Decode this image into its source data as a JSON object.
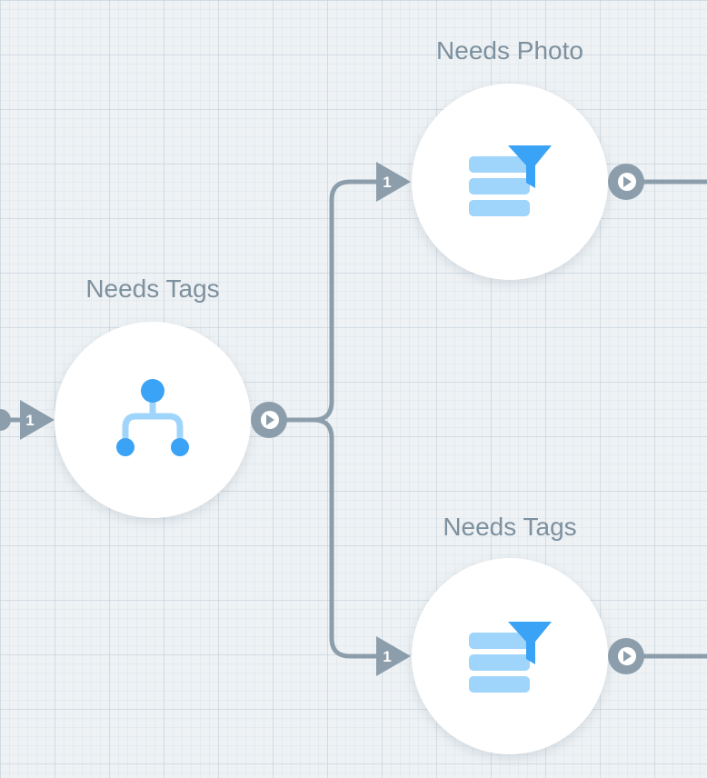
{
  "nodes": [
    {
      "id": "split",
      "label": "Needs Tags",
      "icon": "branch-icon",
      "input_port": "1"
    },
    {
      "id": "filter-photo",
      "label": "Needs Photo",
      "icon": "filter-list-icon",
      "input_port": "1"
    },
    {
      "id": "filter-tags",
      "label": "Needs Tags",
      "icon": "filter-list-icon",
      "input_port": "1"
    }
  ],
  "incoming_port": "1",
  "colors": {
    "connector": "#8c9eab",
    "node_fill": "#ffffff",
    "icon_dark": "#3aa3f5",
    "icon_light": "#9fd4fb",
    "label": "#7d909e",
    "background": "#eef2f5"
  }
}
